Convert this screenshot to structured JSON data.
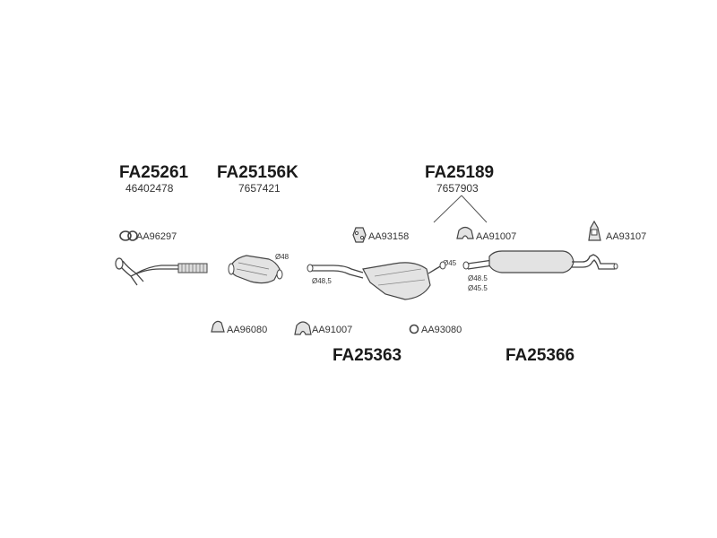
{
  "kits": [
    {
      "code": "FA25261",
      "oem": "46402478"
    },
    {
      "code": "FA25156K",
      "oem": "7657421"
    },
    {
      "code": "FA25189",
      "oem": "7657903"
    },
    {
      "code": "FA25363"
    },
    {
      "code": "FA25366"
    }
  ],
  "accessories": [
    "AA96297",
    "AA93158",
    "AA91007",
    "AA93107",
    "AA96080",
    "AA91007",
    "AA93080"
  ],
  "diameters": [
    "Ø48",
    "Ø48,5",
    "Ø45",
    "Ø48.5",
    "Ø45.5"
  ]
}
